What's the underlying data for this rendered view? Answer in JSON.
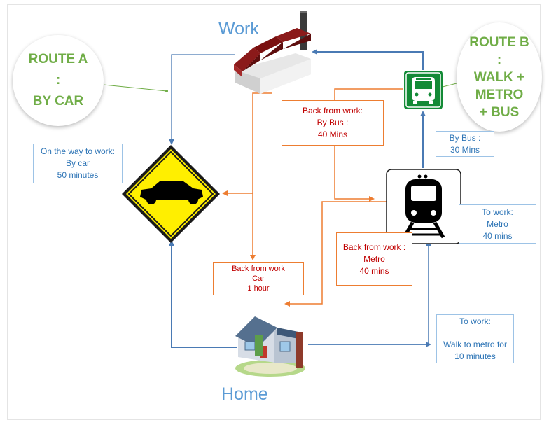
{
  "titles": {
    "work": "Work",
    "home": "Home"
  },
  "route_a": {
    "line1": "ROUTE A",
    "line2": ":",
    "line3": "BY CAR"
  },
  "route_b": {
    "line1": "ROUTE B",
    "line2": ":",
    "line3": "WALK +",
    "line4": "METRO",
    "line5": "+ BUS"
  },
  "boxes": {
    "car_to_work": [
      "On the way to work:",
      "By car",
      "50 minutes"
    ],
    "car_back": [
      "Back from work",
      "Car",
      "1 hour"
    ],
    "bus_back": [
      "Back from work:",
      "By Bus :",
      "40 Mins"
    ],
    "metro_back": [
      "Back from work :",
      "Metro",
      "40 mins"
    ],
    "bus_to_work": [
      "By Bus :",
      "30 Mins"
    ],
    "metro_to_work": [
      "To work:",
      "Metro",
      "40 mins"
    ],
    "walk_to_work": [
      "To work:",
      "",
      "Walk to metro for",
      "10 minutes"
    ]
  },
  "colors": {
    "blue": "#4a7ab4",
    "orange": "#ed7d31",
    "green": "#70ad47",
    "red_text": "#c00000",
    "title_blue": "#5b9bd5"
  },
  "icons": {
    "work": "factory-icon",
    "home": "house-icon",
    "car": "car-sign-icon",
    "metro": "metro-train-icon",
    "bus": "bus-sign-icon"
  }
}
